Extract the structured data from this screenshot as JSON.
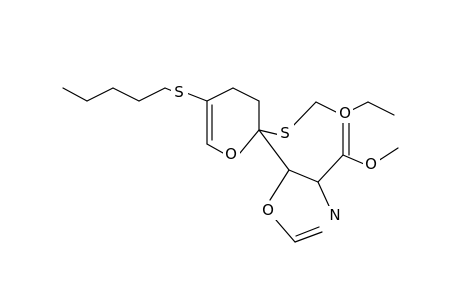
{
  "atom_labels": {
    "s_left": "S",
    "s_right": "S",
    "o_pyran": "O",
    "o_oxazoline": "O",
    "n_oxazoline": "N",
    "o_carbonyl": "O",
    "o_ester": "O"
  },
  "colors": {
    "bond": "#000000",
    "background": "#ffffff"
  }
}
